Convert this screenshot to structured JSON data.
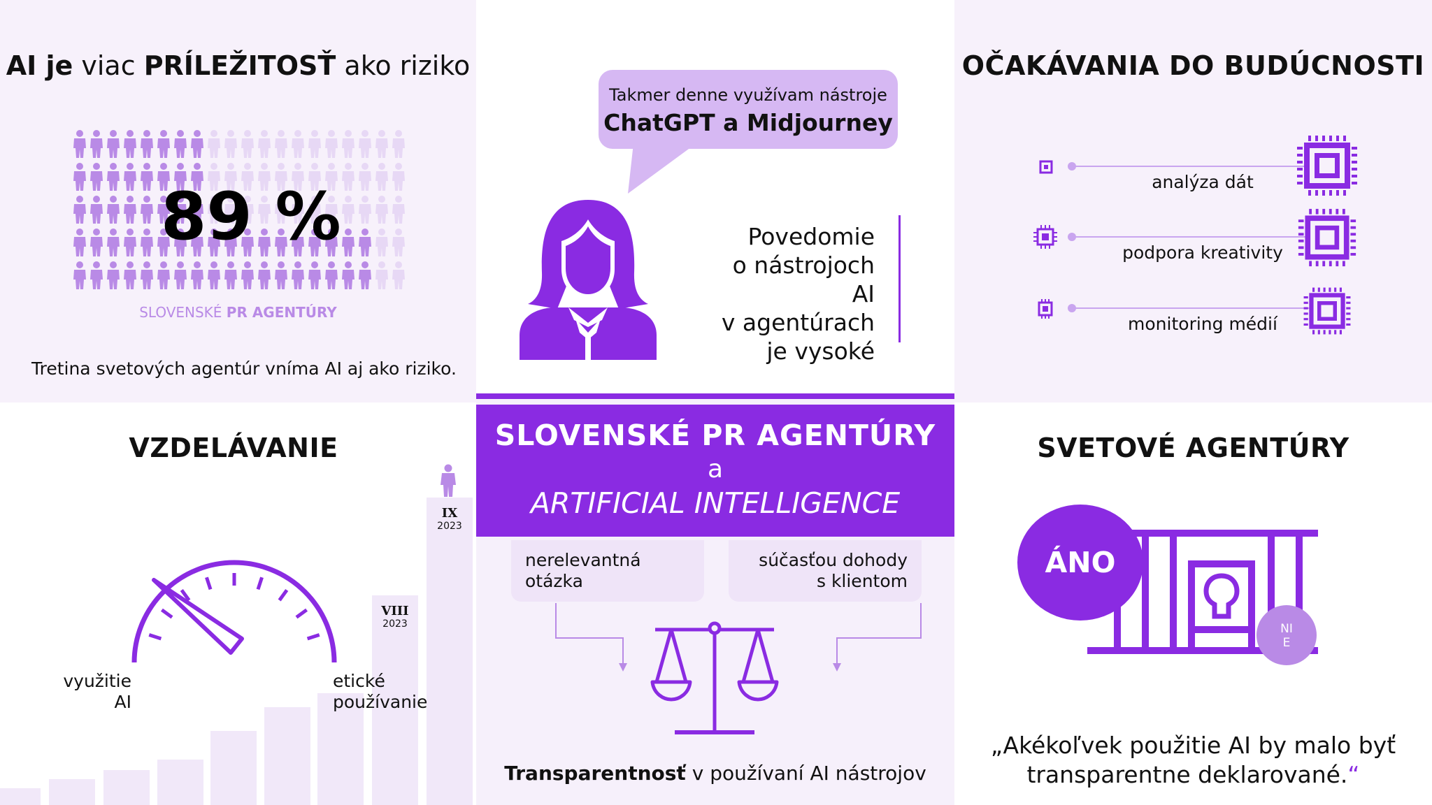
{
  "colors": {
    "purple": "#8a2be2",
    "light_purple": "#c9a5ef",
    "lavender_bg": "#f7f1fb",
    "bubble": "#d6b8f3"
  },
  "p1": {
    "title_1": "AI je",
    "title_2": " viac ",
    "title_3": "PRÍLEŽITOSŤ",
    "title_4": " ako riziko",
    "percent": "89 %",
    "percent_value": 89,
    "caption_1": "SLOVENSKÉ ",
    "caption_2": "PR AGENTÚRY",
    "note": "Tretina svetových agentúr vníma AI aj ako riziko."
  },
  "p2": {
    "bubble_line1": "Takmer denne využívam nástroje",
    "bubble_line2": "ChatGPT a Midjourney",
    "awareness": [
      "Povedomie",
      "o nástrojoch AI",
      "v agentúrach",
      "je vysoké"
    ]
  },
  "p3": {
    "title": "OČAKÁVANIA DO BUDÚCNOSTI",
    "items": [
      {
        "label": "analýza dát"
      },
      {
        "label": "podpora kreativity"
      },
      {
        "label": "monitoring médií"
      }
    ]
  },
  "p4": {
    "title": "VZDELÁVANIE",
    "gauge_left_1": "využitie",
    "gauge_left_2": "AI",
    "gauge_right_1": "etické",
    "gauge_right_2": "používanie",
    "bar_viii_month": "VIII",
    "bar_viii_year": "2023",
    "bar_ix_month": "IX",
    "bar_ix_year": "2023"
  },
  "p5": {
    "title_1": "SLOVENSKÉ PR AGENTÚRY",
    "title_2": "a",
    "title_3": "ARTIFICIAL INTELLIGENCE",
    "box_left_1": "nerelevantná",
    "box_left_2": "otázka",
    "box_right_1": "súčasťou dohody",
    "box_right_2": "s klientom",
    "bottom_bold": "Transparentnosť",
    "bottom_rest": " v používaní AI nástrojov"
  },
  "p6": {
    "title": "SVETOVÉ AGENTÚRY",
    "yes": "ÁNO",
    "no_1": "NI",
    "no_2": "E",
    "quote_1": "„Akékoľvek použitie AI by malo byť",
    "quote_2": "transparentne deklarované.",
    "quote_close": "“"
  }
}
